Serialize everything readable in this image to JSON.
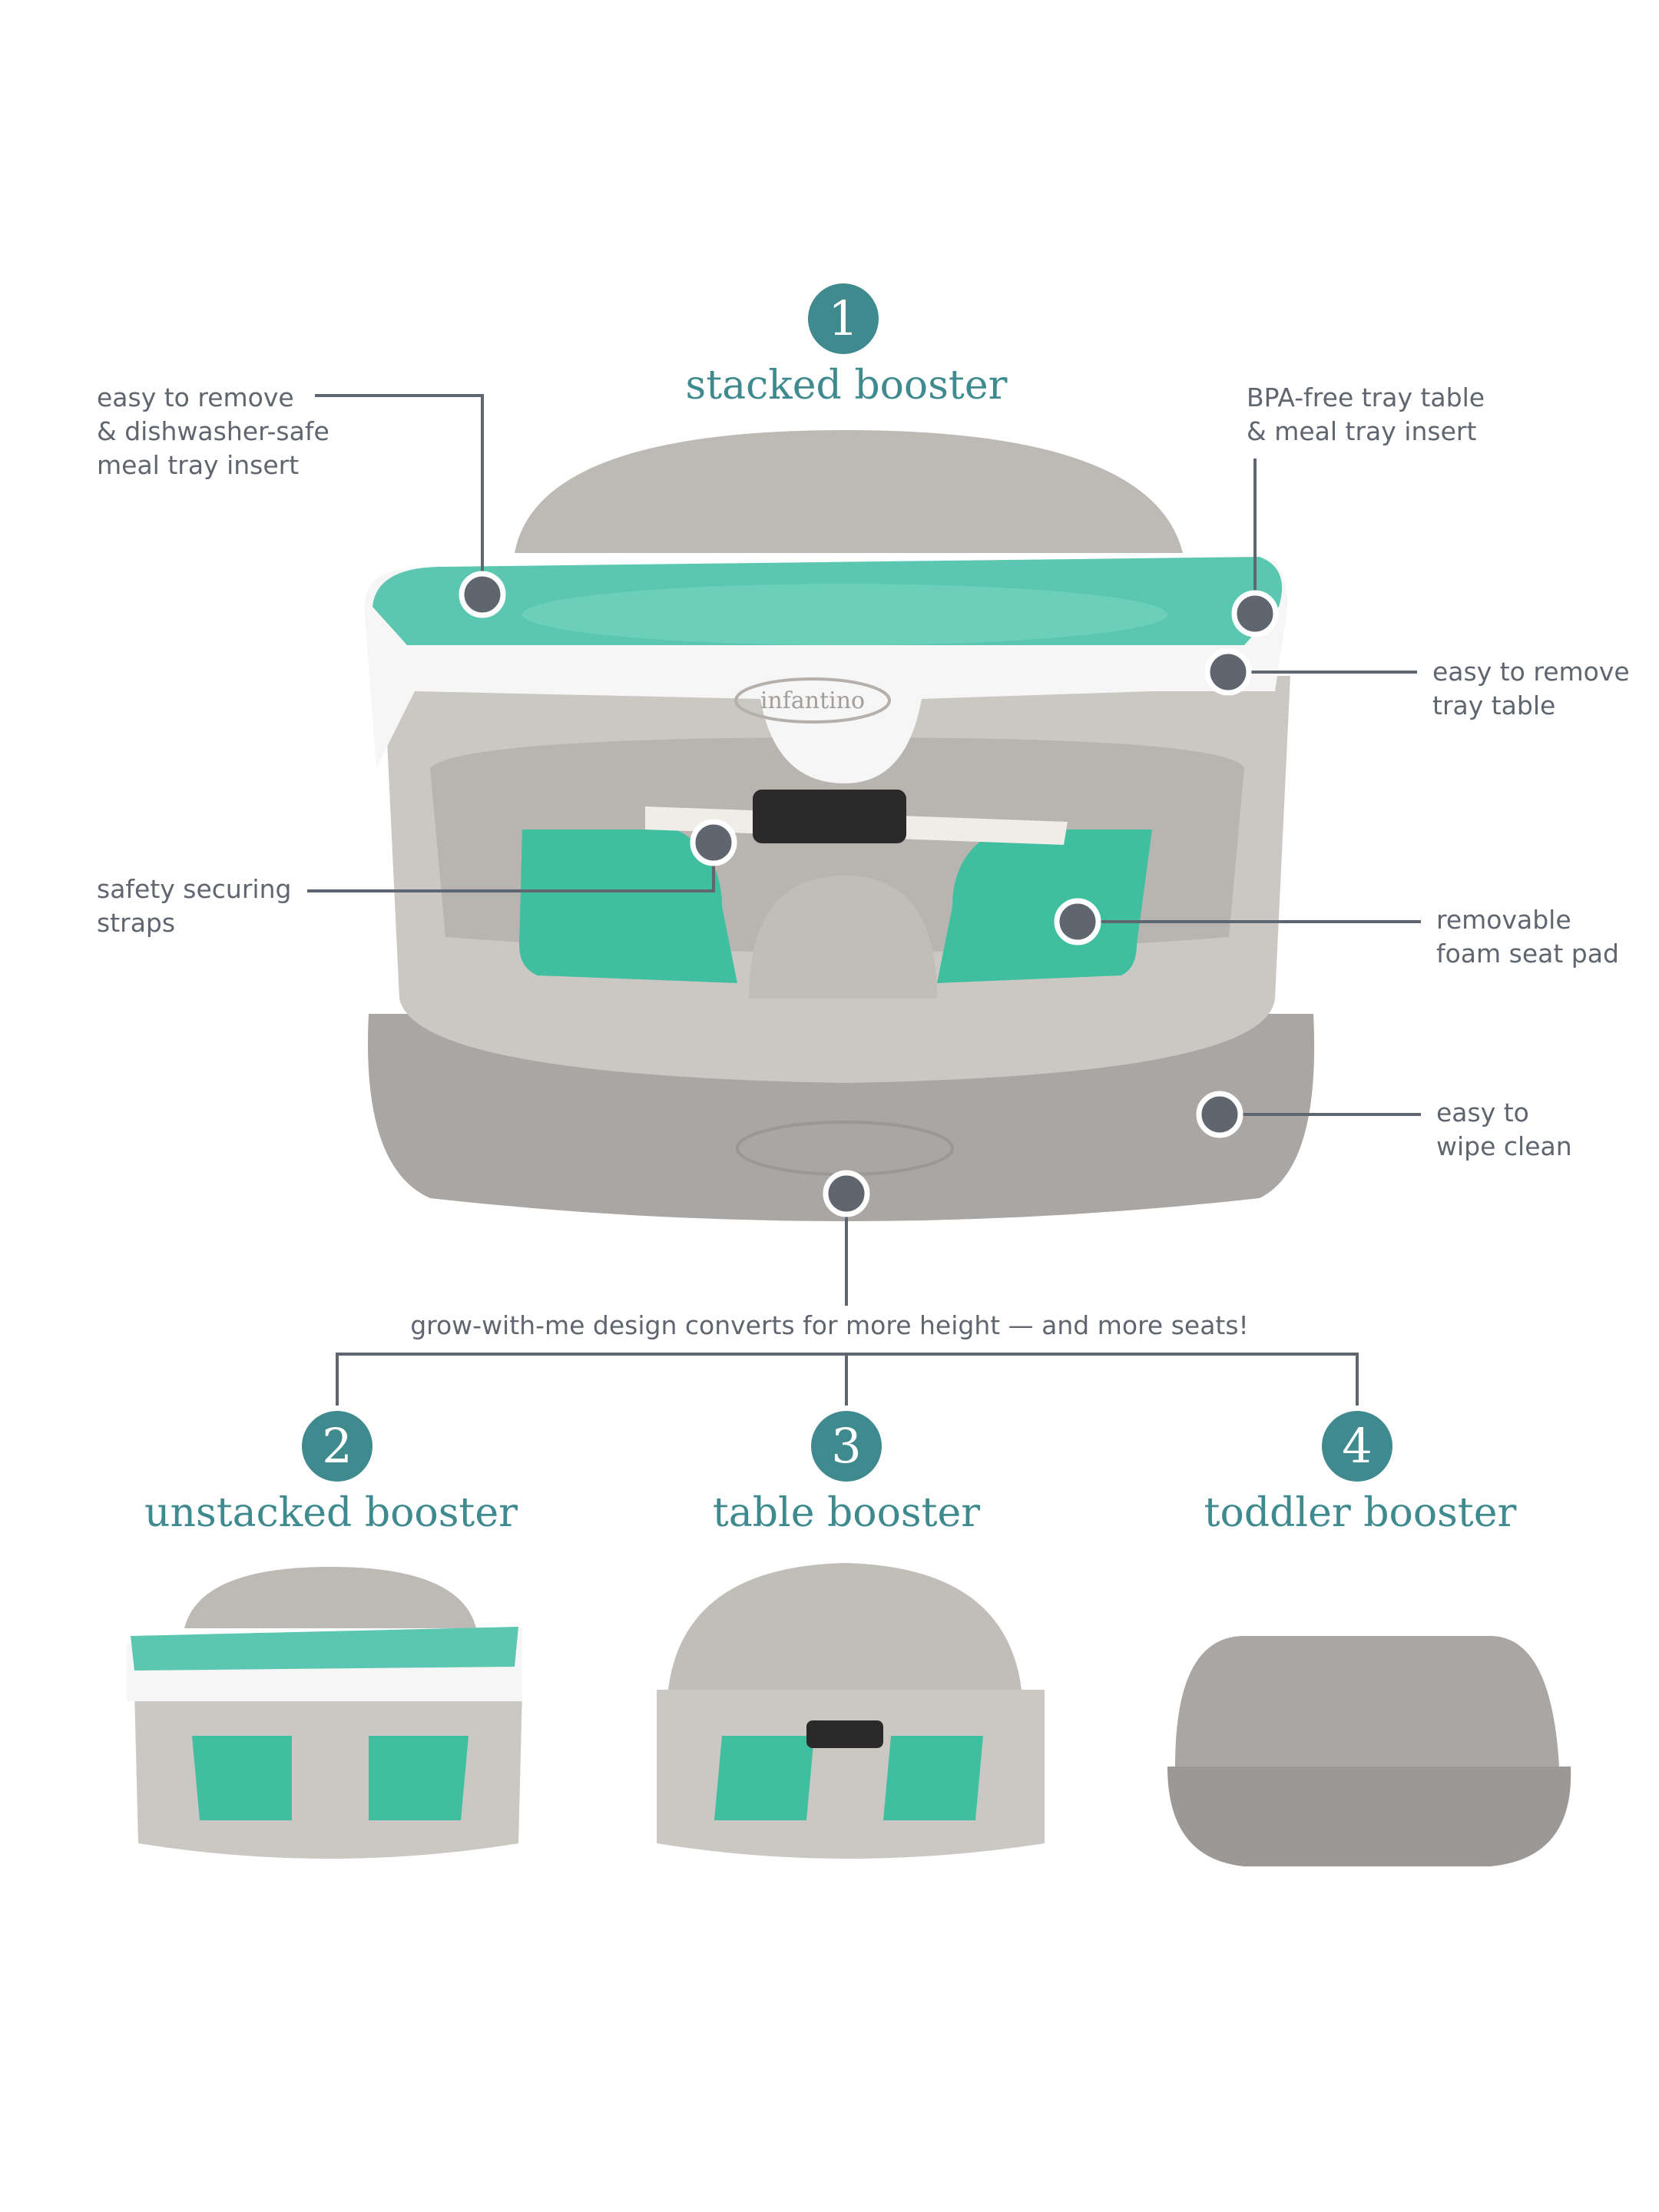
{
  "colors": {
    "teal": "#3e8a8f",
    "tray": "#5cc7b0",
    "seat_gray": "#c9c5c1",
    "base_gray": "#a9a6a3",
    "line": "#5f6670"
  },
  "main": {
    "step": "1",
    "title": "stacked booster",
    "callouts": {
      "meal_tray": "easy to remove\n& dishwasher-safe\nmeal tray insert",
      "bpa_free": "BPA-free tray table\n& meal tray insert",
      "tray_table": "easy to remove\ntray table",
      "straps": "safety securing\nstraps",
      "seat_pad": "removable\nfoam seat pad",
      "wipe_clean": "easy to\nwipe clean"
    },
    "brand": "infantino"
  },
  "grow_text": "grow-with-me design converts for more height — and more seats!",
  "modes": [
    {
      "step": "2",
      "title": "unstacked booster"
    },
    {
      "step": "3",
      "title": "table booster"
    },
    {
      "step": "4",
      "title": "toddler booster"
    }
  ]
}
